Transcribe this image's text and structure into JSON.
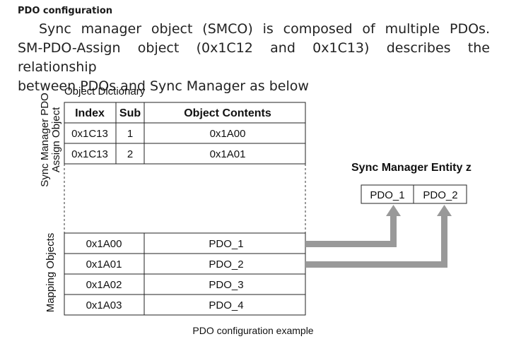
{
  "document": {
    "heading": "PDO configuration",
    "paragraph_line1": "Sync manager object (SMCO) is composed of multiple PDOs.",
    "paragraph_line2": "SM-PDO-Assign object (0x1C12 and 0x1C13) describes the relationship",
    "paragraph_line3": "between PDOs and Sync Manager as below"
  },
  "diagram": {
    "dictionary_label": "Object Dictionary",
    "side_label_assign_line1": "Sync Manager PDO",
    "side_label_assign_line2": "Assign Object",
    "side_label_mapping": "Mapping Objects",
    "assign_table": {
      "headers": [
        "Index",
        "Sub",
        "Object Contents"
      ],
      "rows": [
        [
          "0x1C13",
          "1",
          "0x1A00"
        ],
        [
          "0x1C13",
          "2",
          "0x1A01"
        ]
      ]
    },
    "mapping_table": {
      "rows": [
        [
          "0x1A00",
          "PDO_1"
        ],
        [
          "0x1A01",
          "PDO_2"
        ],
        [
          "0x1A02",
          "PDO_3"
        ],
        [
          "0x1A03",
          "PDO_4"
        ]
      ]
    },
    "entity_title": "Sync Manager Entity z",
    "entity_slots": [
      "PDO_1",
      "PDO_2"
    ],
    "arrow_color": "#999999",
    "caption": "PDO configuration example"
  }
}
